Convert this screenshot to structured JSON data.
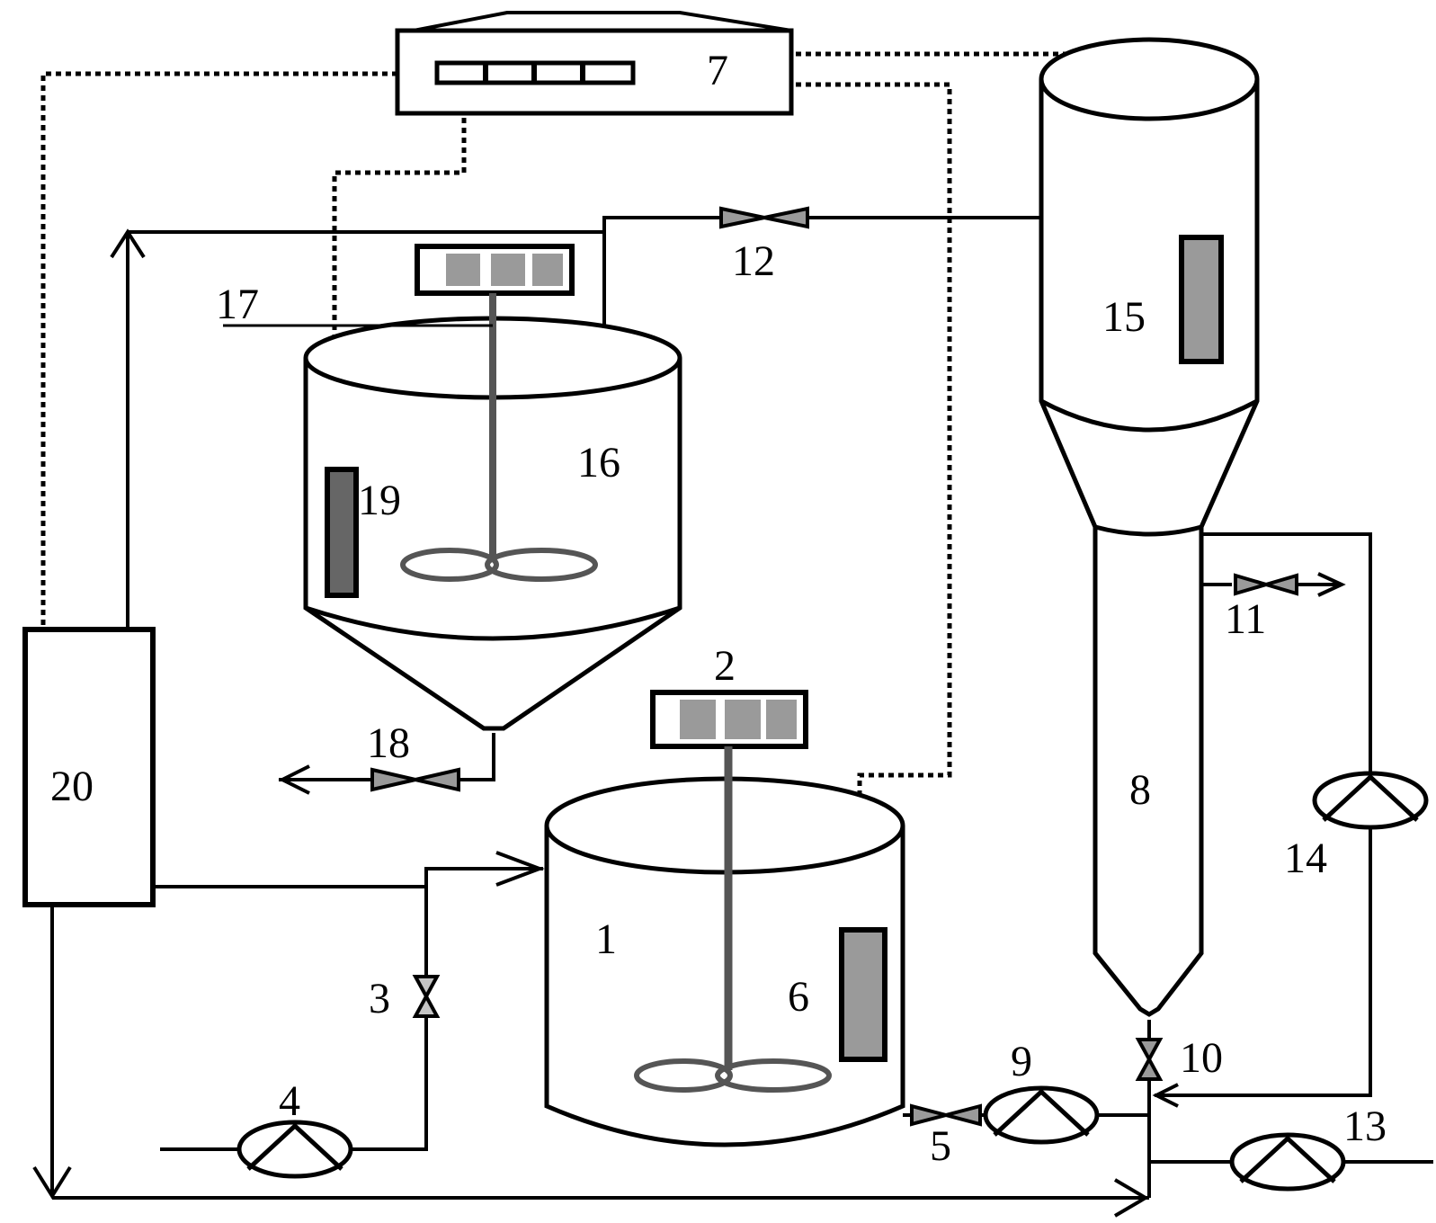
{
  "labels": {
    "l1": "1",
    "l2": "2",
    "l3": "3",
    "l4": "4",
    "l5": "5",
    "l6": "6",
    "l7": "7",
    "l8": "8",
    "l9": "9",
    "l10": "10",
    "l11": "11",
    "l12": "12",
    "l13": "13",
    "l14": "14",
    "l15": "15",
    "l16": "16",
    "l17": "17",
    "l18": "18",
    "l19": "19",
    "l20": "20"
  },
  "colors": {
    "line": "#000000",
    "fill_gray": "#9a9a9a",
    "fill_light": "#c4c4c4",
    "fill_dark": "#444444"
  }
}
